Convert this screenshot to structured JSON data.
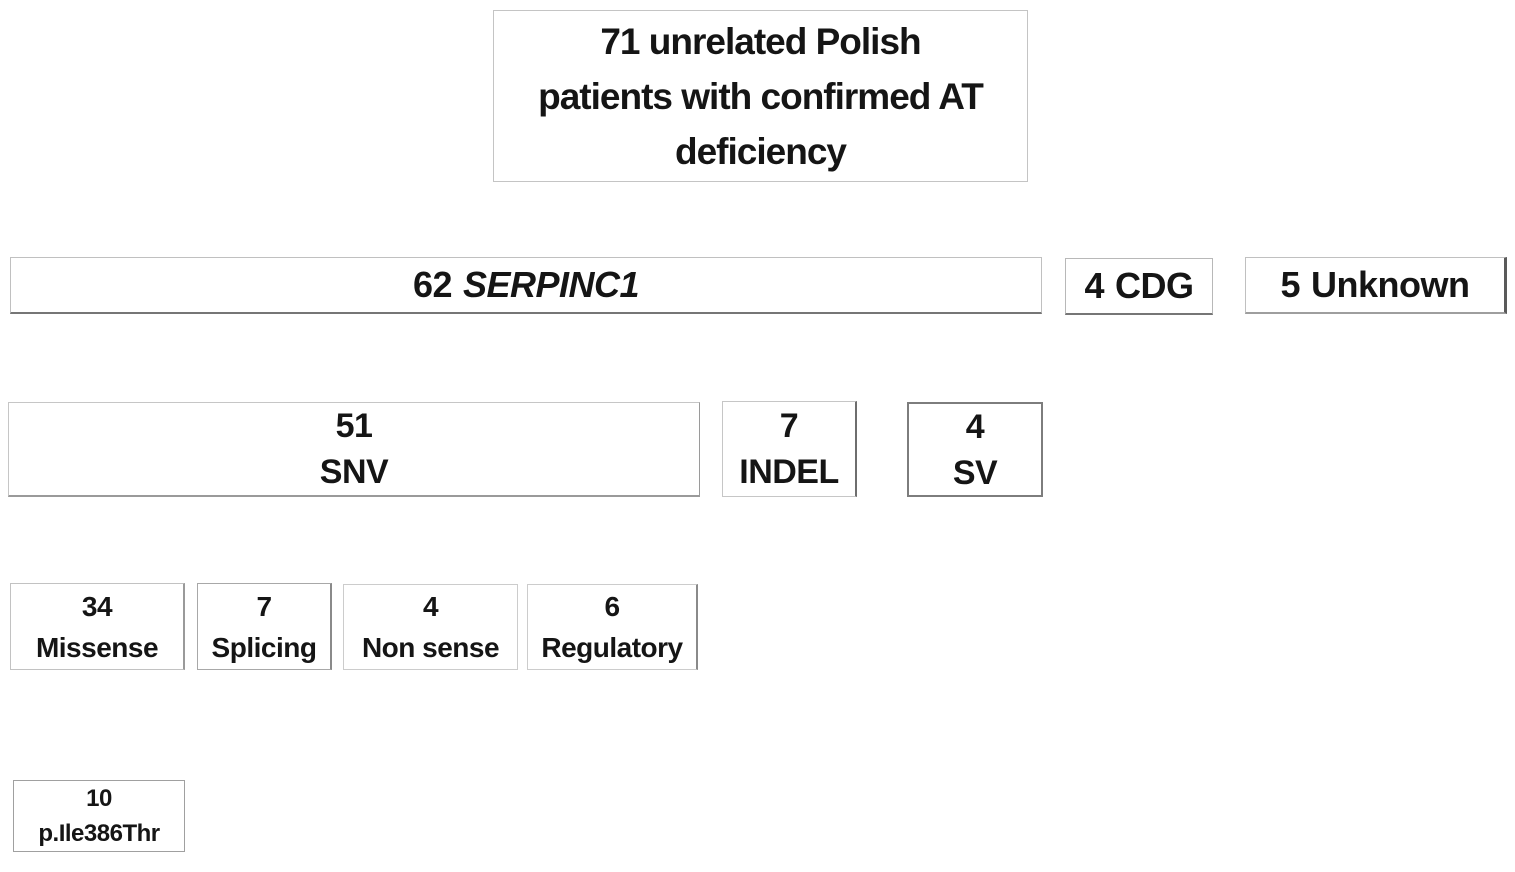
{
  "figure": {
    "background_color": "#ffffff",
    "text_color": "#151515",
    "border_light_color": "#c6c6c6",
    "border_dark_color": "#767676"
  },
  "root": {
    "text": "71 unrelated Polish patients with confirmed AT deficiency",
    "lines": [
      "71 unrelated Polish",
      "patients with confirmed AT",
      "deficiency"
    ]
  },
  "level1": {
    "serpinc1": {
      "count": "62",
      "label": "SERPINC1"
    },
    "cdg": {
      "count": "4",
      "label": "CDG"
    },
    "unknown": {
      "count": "5",
      "label": "Unknown"
    }
  },
  "level2": {
    "snv": {
      "count": "51",
      "label": "SNV"
    },
    "indel": {
      "count": "7",
      "label": "INDEL"
    },
    "sv": {
      "count": "4",
      "label": "SV"
    }
  },
  "level3": {
    "missense": {
      "count": "34",
      "label": "Missense"
    },
    "splicing": {
      "count": "7",
      "label": "Splicing"
    },
    "nonsense": {
      "count": "4",
      "label": "Non sense"
    },
    "regulatory": {
      "count": "6",
      "label": "Regulatory"
    }
  },
  "level4": {
    "ile386thr": {
      "count": "10",
      "label": "p.Ile386Thr"
    }
  }
}
